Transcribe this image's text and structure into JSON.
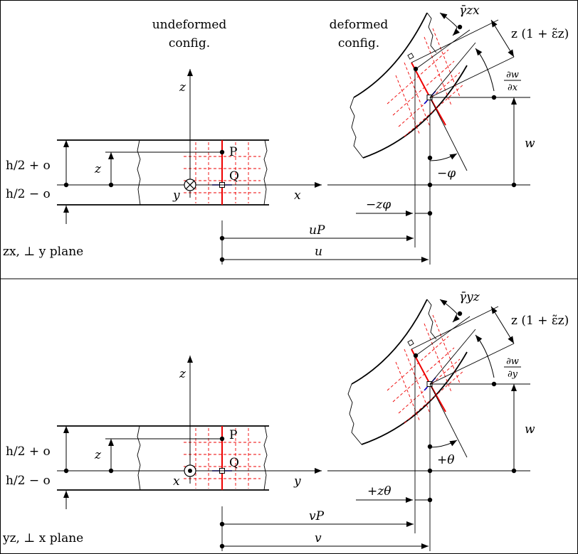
{
  "headers": {
    "undeformed": [
      "undeformed",
      "config."
    ],
    "deformed": [
      "deformed",
      "config."
    ]
  },
  "top": {
    "plane": "zx, ⊥ y plane",
    "axis_z": "z",
    "axis_x": "x",
    "axis_y": "y",
    "thick_top": "h/2 + o",
    "thick_bot": "h/2 − o",
    "z_dim": "z",
    "P": "P",
    "Q": "Q",
    "gamma": "γ̄zx",
    "stretch": "z (1 + ε̃z)",
    "slope_num": "∂w",
    "slope_den": "∂x",
    "w": "w",
    "rot": "−φ",
    "shift": "−zφ",
    "uP": "uP",
    "u": "u"
  },
  "bottom": {
    "plane": "yz, ⊥ x plane",
    "axis_z": "z",
    "axis_x": "y",
    "axis_y": "x",
    "thick_top": "h/2 + o",
    "thick_bot": "h/2 − o",
    "z_dim": "z",
    "P": "P",
    "Q": "Q",
    "gamma": "γ̄yz",
    "stretch": "z (1 + ε̃z)",
    "slope_num": "∂w",
    "slope_den": "∂y",
    "w": "w",
    "rot": "+θ",
    "shift": "+zθ",
    "uP": "vP",
    "u": "v"
  }
}
